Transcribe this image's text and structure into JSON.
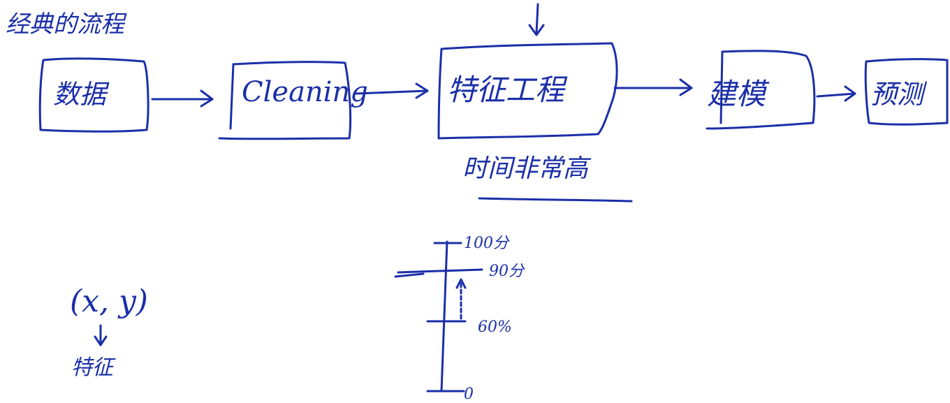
{
  "title": "经典的流程",
  "pipeline": {
    "data_label": "数据",
    "cleaning_label": "Cleaning",
    "feature_label": "特征工程",
    "model_label": "建模",
    "predict_label": "预测"
  },
  "feature_note": "时间非常高",
  "xy_note": {
    "pair_label": "(x, y)",
    "x_label": "特征"
  },
  "scale": {
    "tick_100": "100分",
    "tick_90": "90分",
    "tick_60": "60%",
    "tick_0": "0"
  }
}
